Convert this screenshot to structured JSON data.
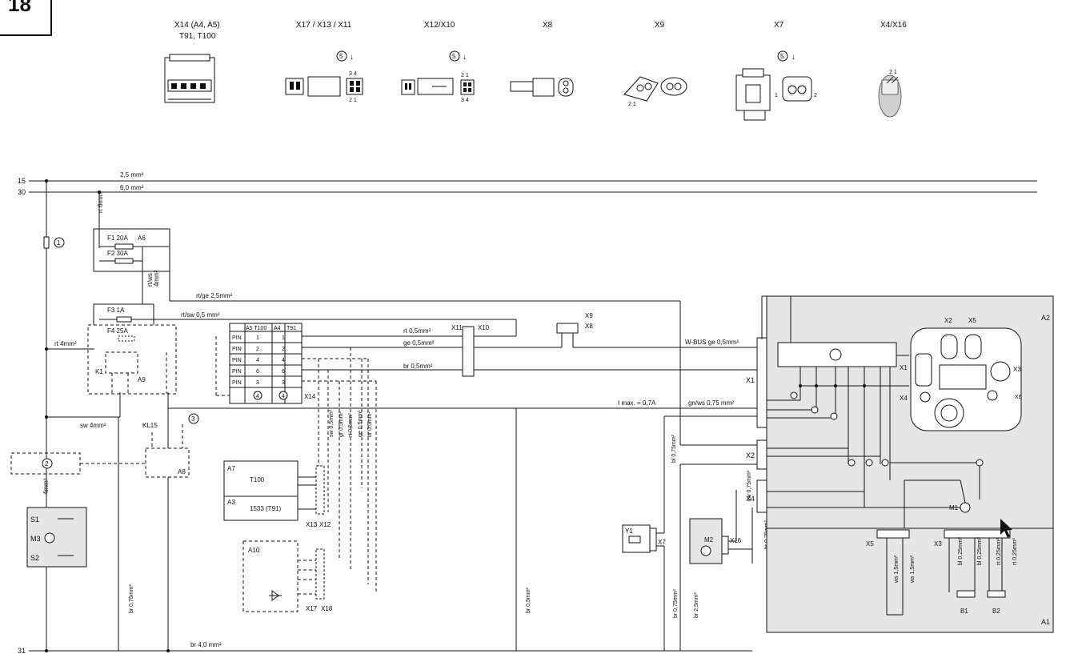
{
  "page": {
    "number": "18"
  },
  "connectors": [
    {
      "label": "X14 (A4, A5)",
      "sub": "T91, T100"
    },
    {
      "label": "X17 / X13 / X11",
      "note": "5",
      "pins_top": "3 4",
      "pins_bottom": "2 1"
    },
    {
      "label": "X12/X10",
      "note": "5",
      "pins_top": "2 1",
      "pins_bottom": "3 4"
    },
    {
      "label": "X8"
    },
    {
      "label": "X9",
      "pins": "2 1"
    },
    {
      "label": "X7",
      "note": "5",
      "pin_left": "1",
      "pin_right": "2"
    },
    {
      "label": "X4/X16",
      "pins": "2 1"
    }
  ],
  "rails": {
    "r15": {
      "label": "15",
      "spec": "2,5 mm²"
    },
    "r30": {
      "label": "30",
      "spec": "6,0 mm²"
    },
    "r31": {
      "label": "31",
      "spec": "br 4,0 mm²"
    }
  },
  "fuses": {
    "f1": "F1 20A",
    "a6": "A6",
    "f2": "F2 30A",
    "f3": "F3 1A",
    "f4": "F4 25A",
    "k1": "K1",
    "a9": "A9"
  },
  "wire_labels": {
    "rt6": "rt 6mm²",
    "rtws": "rt/ws",
    "mm4a": "4mm²",
    "rtge": "rt/ge 2,5mm²",
    "rtsw": "rt/sw 0,5 mm²",
    "rt4": "rt 4mm²",
    "sw4": "sw 4mm²",
    "mm4b": "4mm²",
    "rt05": "rt 0,5mm²",
    "ge05": "ge 0,5mm²",
    "br05": "br 0,5mm²",
    "wbus": "W-BUS ge 0,5mm²",
    "imax": "I max. = 0,7A",
    "gnws": "gn/ws 0,75 mm²",
    "bl075": "bl 0,75mm²",
    "sw075": "sw 0,75mm²",
    "br075a": "br 0,75mm²",
    "br075b": "br 0,75mm²",
    "br075c": "br 0,75mm²",
    "br25": "br 2,5mm²",
    "br05v": "br 0,5mm²",
    "sw05": "sw 0,5mm²",
    "gr05": "gr 0,5mm²",
    "rt05v": "rt 0,5mm²",
    "ge05v": "ge 0,5mm²",
    "br05v2": "br 0,5mm²",
    "ws15a": "ws 1,5mm²",
    "ws15b": "ws 1,5mm²",
    "bl025": "bl 0,25mm²",
    "bl025b": "bl 0,25mm²",
    "rt025": "rt 0,25mm²",
    "rt025b": "rt 0,25mm²"
  },
  "pin_table": {
    "headers": [
      "",
      "A5 T100",
      "A4",
      "T91"
    ],
    "rows": [
      [
        "PIN",
        "1",
        "1"
      ],
      [
        "PIN",
        "2",
        "2"
      ],
      [
        "PIN",
        "4",
        "4"
      ],
      [
        "PIN",
        "6",
        "6"
      ],
      [
        "PIN",
        "3",
        "3"
      ]
    ],
    "footer": [
      "4",
      "4"
    ],
    "connector": "X14"
  },
  "components": {
    "x11x10": "X11",
    "x10": "X10",
    "x9": "X9",
    "x8": "X8",
    "kl15": "KL15",
    "a8": "A8",
    "note1": "1",
    "note2": "2",
    "note3": "3",
    "s1": "S1",
    "m3": "M3",
    "s2": "S2",
    "a7": "A7",
    "t100": "T100",
    "a3": "A3",
    "t91": "1533 (T91)",
    "x13": "X13",
    "x12": "X12",
    "a10": "A10",
    "x17": "X17",
    "x18": "X18",
    "y1": "Y1",
    "x7": "X7",
    "m2": "M2",
    "x16": "X16",
    "x1": "X1",
    "x2": "X2",
    "x4": "X4",
    "x5": "X5",
    "x3": "X3",
    "m1": "M1",
    "b1": "B1",
    "b2": "B2",
    "a2": "A2",
    "a1": "A1",
    "ctrl_x1": "X1",
    "ctrl_x2": "X2",
    "ctrl_x3": "X3",
    "ctrl_x4": "X4",
    "ctrl_x5": "X5",
    "ctrl_x6": "X6"
  }
}
